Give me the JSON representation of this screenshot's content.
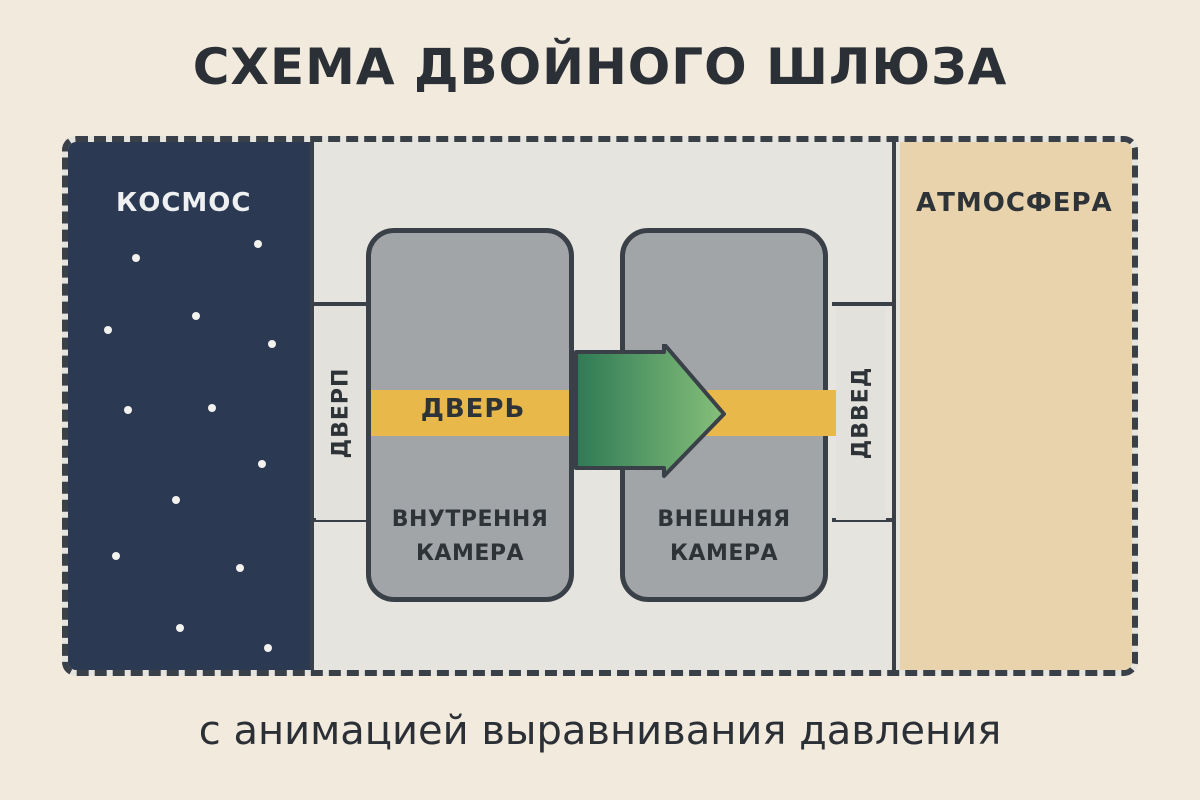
{
  "title": "СХЕМА ДВОЙНОГО ШЛЮЗА",
  "subtitle": "с анимацией выравнивания давления",
  "zones": {
    "space": "КОСМОС",
    "atmosphere": "АТМОСФЕРА"
  },
  "doors": {
    "left_vertical": "ДВЕРП",
    "right_vertical": "ДВВЕД",
    "center": "ДВЕРЬ"
  },
  "chambers": {
    "inner_line1": "ВНУТРЕННЯ",
    "inner_line2": "КАМЕРА",
    "outer_line1": "ВНЕШНЯЯ",
    "outer_line2": "КАМЕРА"
  },
  "colors": {
    "background": "#f2eadc",
    "space": "#2b3a52",
    "atmosphere": "#e8d3ad",
    "chamber": "#a2a5a8",
    "door_band": "#e8b94a",
    "arrow_dark": "#2e7a55",
    "arrow_light": "#86c07a",
    "outline": "#3a4048"
  }
}
